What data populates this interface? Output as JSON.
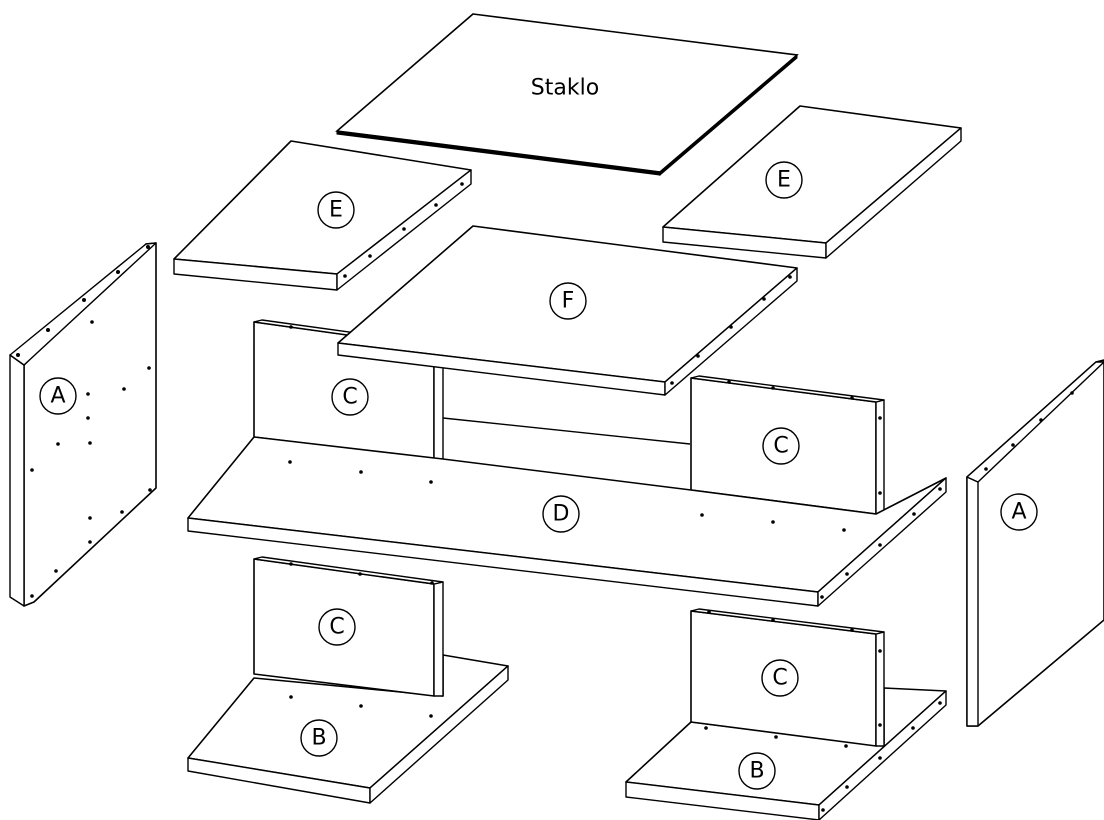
{
  "glass_label": "Staklo",
  "parts": {
    "a_left": "A",
    "a_right": "A",
    "b_left": "B",
    "b_right": "B",
    "c_upper_left": "C",
    "c_upper_right": "C",
    "c_lower_left": "C",
    "c_lower_right": "C",
    "d_shelf": "D",
    "e_left": "E",
    "e_right": "E",
    "f_top": "F"
  }
}
